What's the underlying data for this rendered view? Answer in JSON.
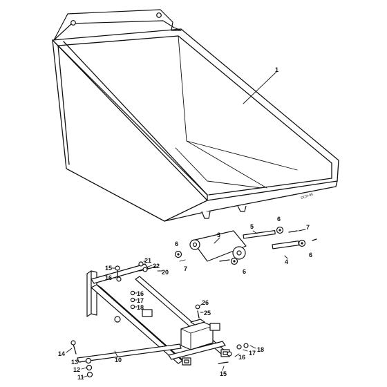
{
  "drawing_stamp": "DCR-95",
  "callouts": [
    {
      "id": "1",
      "text": "1"
    },
    {
      "id": "3",
      "text": "3"
    },
    {
      "id": "4",
      "text": "4"
    },
    {
      "id": "5",
      "text": "5"
    },
    {
      "id": "6a",
      "text": "6"
    },
    {
      "id": "6b",
      "text": "6"
    },
    {
      "id": "6c",
      "text": "6"
    },
    {
      "id": "6d",
      "text": "6"
    },
    {
      "id": "7a",
      "text": "7"
    },
    {
      "id": "7b",
      "text": "7"
    },
    {
      "id": "10",
      "text": "10"
    },
    {
      "id": "11",
      "text": "11"
    },
    {
      "id": "12",
      "text": "12"
    },
    {
      "id": "13",
      "text": "13"
    },
    {
      "id": "14",
      "text": "14"
    },
    {
      "id": "15a",
      "text": "15"
    },
    {
      "id": "15b",
      "text": "15"
    },
    {
      "id": "16a",
      "text": "16"
    },
    {
      "id": "16b",
      "text": "16"
    },
    {
      "id": "16c",
      "text": "16"
    },
    {
      "id": "17a",
      "text": "17"
    },
    {
      "id": "17b",
      "text": "17"
    },
    {
      "id": "18a",
      "text": "18"
    },
    {
      "id": "18b",
      "text": "18"
    },
    {
      "id": "20",
      "text": "20"
    },
    {
      "id": "21",
      "text": "21"
    },
    {
      "id": "22",
      "text": "22"
    },
    {
      "id": "25",
      "text": "25"
    },
    {
      "id": "26",
      "text": "26"
    }
  ]
}
